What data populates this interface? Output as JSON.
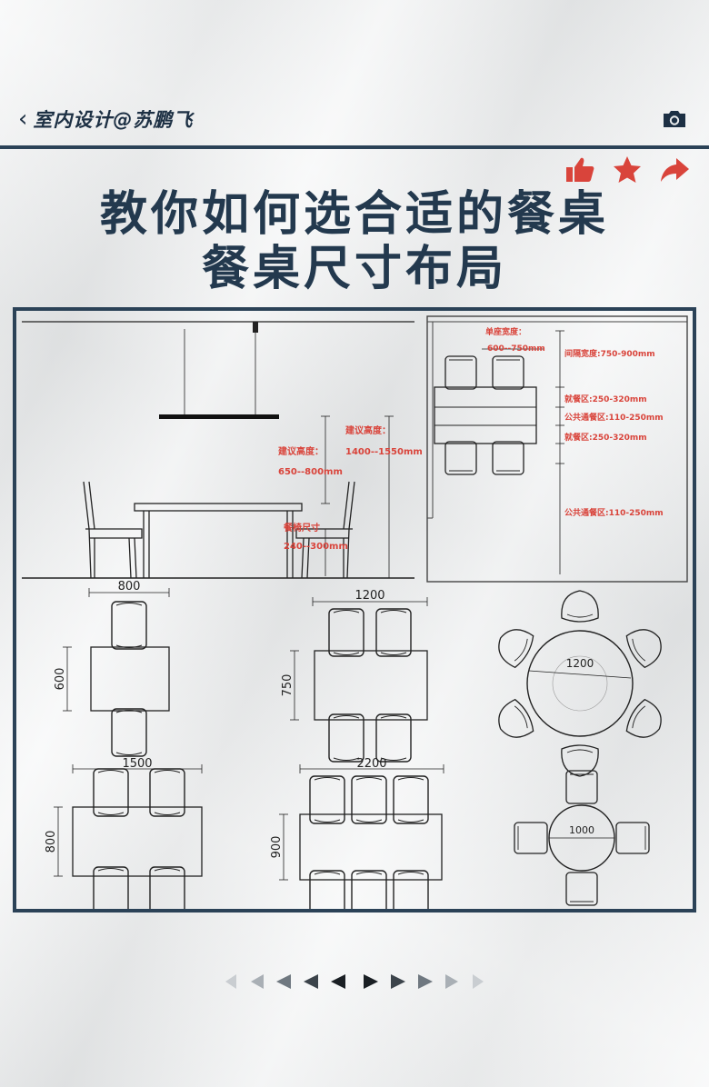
{
  "header": {
    "back_label": "室内设计@苏鹏飞",
    "back_icon": "chevron-left-icon",
    "camera_icon": "camera-icon"
  },
  "actions": {
    "icons": [
      "thumbs-up-icon",
      "star-icon",
      "share-arrow-icon"
    ],
    "accent_color": "#d9443b"
  },
  "title": {
    "line1": "教你如何选合适的餐桌",
    "line2": "餐桌尺寸布局"
  },
  "elevation": {
    "suggested_height_label": "建议高度：",
    "suggested_height_value": "1400--1550mm",
    "table_height_label": "建议高度：",
    "table_height_value": "650--800mm",
    "chair_size_label": "餐椅尺寸",
    "chair_size_value": "240--300mm"
  },
  "plan_view": {
    "seat_width_label": "单座宽度：",
    "seat_width_value": "600--750mm",
    "spacing": "间隔宽度:750-900mm",
    "dining_zone_1": "就餐区:250-320mm",
    "public_passage_1": "公共通餐区:110-250mm",
    "dining_zone_2": "就餐区:250-320mm",
    "public_passage_2": "公共通餐区:110-250mm"
  },
  "tables": {
    "t800": {
      "width": "800",
      "depth": "600"
    },
    "t1200": {
      "width": "1200",
      "depth": "750"
    },
    "round1200": {
      "diameter": "1200"
    },
    "t1500": {
      "width": "1500",
      "depth": "800"
    },
    "t2200": {
      "width": "2200",
      "depth": "900"
    },
    "round1000": {
      "diameter": "1000"
    }
  },
  "colors": {
    "navy": "#2b4257",
    "annotation_red": "#d9443b"
  }
}
